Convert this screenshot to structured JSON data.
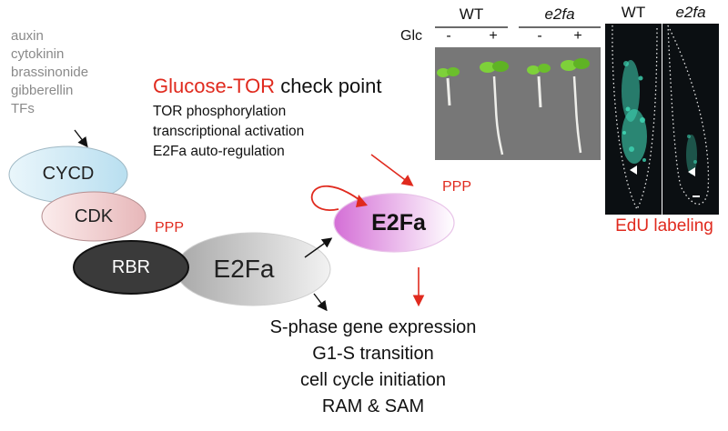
{
  "hormones": [
    "auxin",
    "cytokinin",
    "brassinonide",
    "gibberellin",
    "TFs"
  ],
  "checkpoint": {
    "title_red": "Glucose-TOR",
    "title_black": " check point",
    "mechanisms": [
      "TOR phosphorylation",
      "transcriptional activation",
      "E2Fa auto-regulation"
    ]
  },
  "complex": {
    "cycd": "CYCD",
    "cdk": "CDK",
    "rbr": "RBR",
    "e2fa": "E2Fa",
    "ppp": "PPP"
  },
  "active": {
    "label": "E2Fa",
    "ppp": "PPP"
  },
  "outcomes": [
    "S-phase gene expression",
    "G1-S transition",
    "cell cycle initiation",
    "RAM & SAM"
  ],
  "seedling_panel": {
    "headers": [
      "WT",
      "e2fa"
    ],
    "glc_label": "Glc",
    "signs": [
      "-",
      "+",
      "-",
      "+"
    ]
  },
  "microscopy_panel": {
    "headers": [
      "WT",
      "e2fa"
    ],
    "caption": "EdU labeling"
  },
  "colors": {
    "red": "#e02a1e",
    "grey_text": "#8a8a8a",
    "cycd": "#cfe8f4",
    "cdk": "#f1cfd0",
    "rbr": "#3a3a3a",
    "e2fa_grey": "#c8c8c8",
    "e2fa_pink": "#e28be0",
    "edu": "#3fd6b4"
  }
}
